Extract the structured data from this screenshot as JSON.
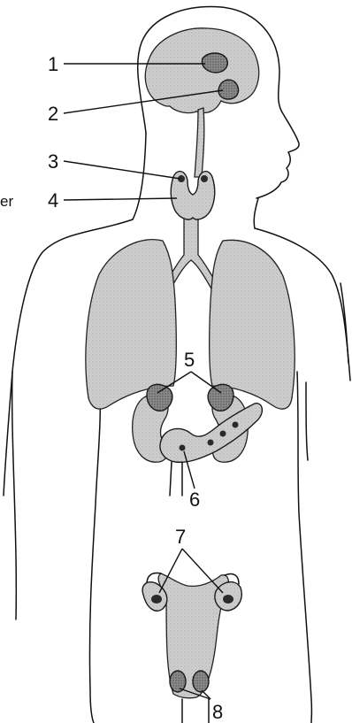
{
  "colors": {
    "organ_fill": "#cdcdcd",
    "gland_fill": "#8e8e8e",
    "dark_spot": "#2a2a2a",
    "outline": "#111111"
  },
  "clipped_text": "er",
  "labels": {
    "l1": "1",
    "l2": "2",
    "l3": "3",
    "l4": "4",
    "l5": "5",
    "l6": "6",
    "l7": "7",
    "l8": "8"
  }
}
